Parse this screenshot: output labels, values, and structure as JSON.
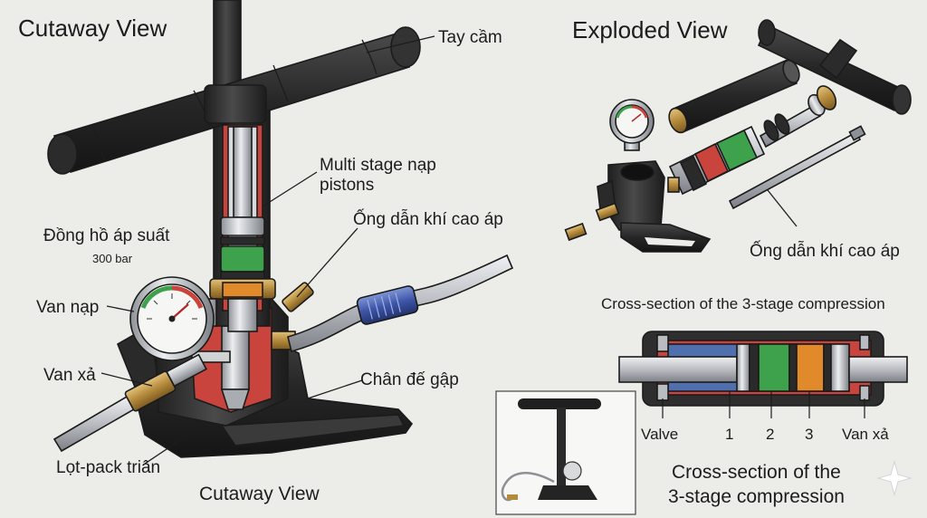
{
  "titles": {
    "cutaway_top": "Cutaway View",
    "exploded": "Exploded View",
    "cutaway_bottom": "Cutaway View",
    "cross_section_header": "Cross-section of the 3-stage compression",
    "cross_section_caption_line1": "Cross-section of the",
    "cross_section_caption_line2": "3-stage compression"
  },
  "callouts": {
    "handle": "Tay cầm",
    "pistons_line1": "Multi stage nạp",
    "pistons_line2": "pistons",
    "hose": "Ống dẫn khí cao áp",
    "gauge": "Đồng hồ áp suất",
    "gauge_rating": "300 bar",
    "intake_valve": "Van nạp",
    "bleed_valve": "Van xả",
    "folding_base": "Chân đế gập",
    "filter_pack": "Lọt-pack triân",
    "exploded_hose": "Ống dẫn khí cao áp"
  },
  "cross_section_labels": {
    "valve": "Valve",
    "stage1": "1",
    "stage2": "2",
    "stage3": "3",
    "release": "Van xả"
  },
  "colors": {
    "dark_body": "#2b2b2b",
    "cutaway_red": "#c8443c",
    "stage_green": "#3ea24c",
    "stage_orange": "#e08a2c",
    "brass": "#b48a3c",
    "chrome": "#c9ccd0",
    "hose_blue": "#3e56a8",
    "piston_blue": "#4f6fae"
  },
  "icons": {
    "gauge": "pressure-gauge-icon",
    "corner_mark": "sparkle-icon"
  }
}
